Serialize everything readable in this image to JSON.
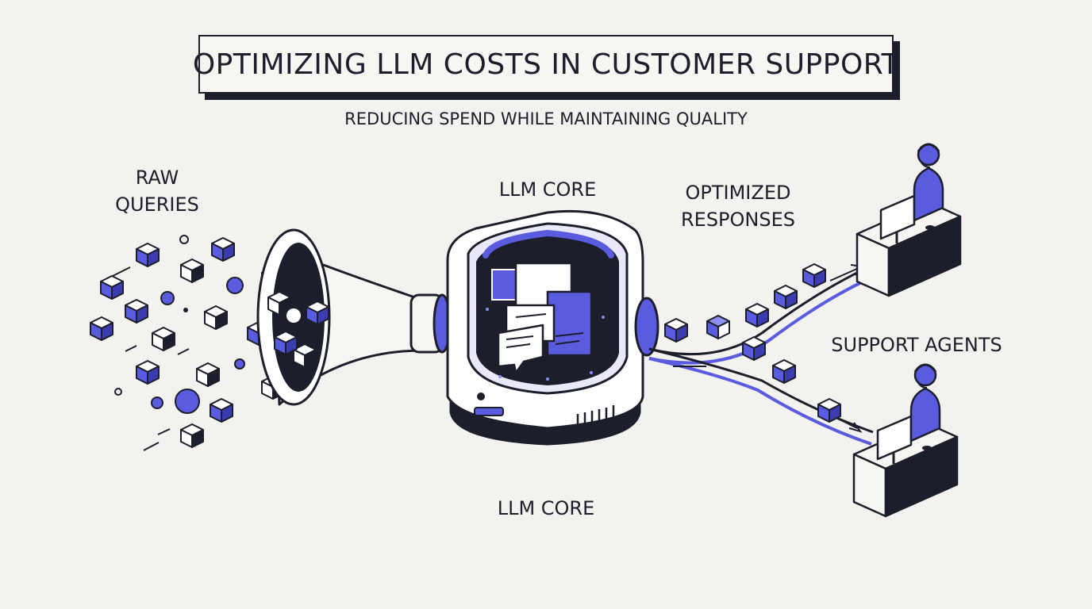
{
  "header": {
    "title": "OPTIMIZING LLM COSTS IN CUSTOMER SUPPORT",
    "subtitle": "REDUCING SPEND WHILE MAINTAINING QUALITY"
  },
  "labels": {
    "raw_queries": "RAW\nQUERIES",
    "llm_core_top": "LLM CORE",
    "optimized_responses": "OPTIMIZED\nRESPONSES",
    "support_agents": "SUPPORT AGENTS",
    "llm_core_bottom": "LLM CORE"
  },
  "colors": {
    "ink": "#1c1f2b",
    "accent": "#5a5ce0",
    "paper": "#f3f2ee"
  }
}
